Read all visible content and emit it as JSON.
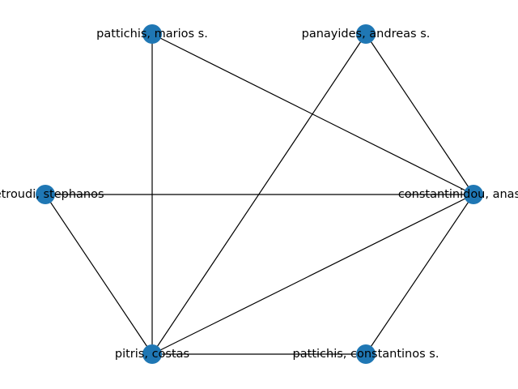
{
  "graph": {
    "node_color": "#1f77b4",
    "edge_color": "#000000",
    "nodes": [
      {
        "id": "mp",
        "label": "pattichis, marios s."
      },
      {
        "id": "ap",
        "label": "panayides, andreas s."
      },
      {
        "id": "sp",
        "label": "petroudi, stephanos"
      },
      {
        "id": "ac",
        "label": "constantinidou, anastasia"
      },
      {
        "id": "cp",
        "label": "pitris, costas"
      },
      {
        "id": "csp",
        "label": "pattichis, constantinos s."
      }
    ],
    "edges": [
      [
        "mp",
        "cp"
      ],
      [
        "mp",
        "ac"
      ],
      [
        "ap",
        "ac"
      ],
      [
        "ap",
        "cp"
      ],
      [
        "sp",
        "ac"
      ],
      [
        "sp",
        "cp"
      ],
      [
        "cp",
        "ac"
      ],
      [
        "cp",
        "csp"
      ],
      [
        "csp",
        "ac"
      ]
    ]
  }
}
